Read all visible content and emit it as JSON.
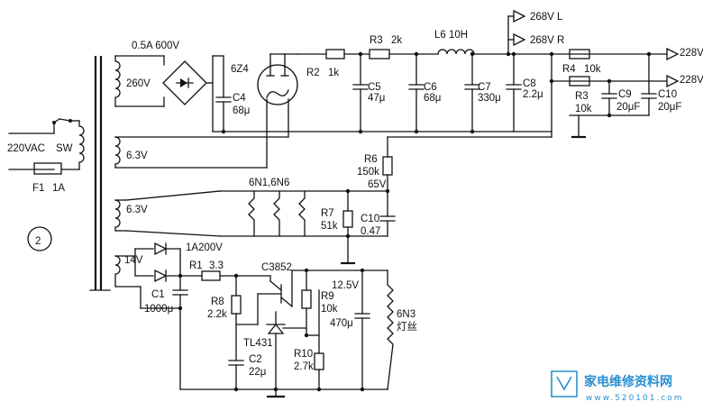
{
  "diagram_number": "2",
  "mains": {
    "voltage": "220VAC",
    "switch": "SW",
    "fuse": "F1",
    "fuse_rating": "1A"
  },
  "bridge": {
    "rating": "0.5A 600V"
  },
  "tube_rectifier": "6Z4",
  "transformer": {
    "hv": "260V",
    "fil_a": "6.3V",
    "fil_b": "6.3V",
    "low": "14V"
  },
  "caps": {
    "c4": [
      "C4",
      "68μ"
    ],
    "c5": [
      "C5",
      "47μ"
    ],
    "c6": [
      "C6",
      "68μ"
    ],
    "c7": [
      "C7",
      "330μ"
    ],
    "c8": [
      "C8",
      "2.2μ"
    ],
    "c9": [
      "C9",
      "20μF"
    ],
    "c10a": [
      "C10",
      "20μF"
    ],
    "c10b": [
      "C10",
      "0.47"
    ],
    "c1": [
      "C1",
      "1000μ"
    ],
    "c2": [
      "C2",
      "22μ"
    ],
    "c470": "470μ"
  },
  "res": {
    "r2": [
      "R2",
      "1k"
    ],
    "r3": [
      "R3",
      "2k"
    ],
    "r4": [
      "R4",
      "10k"
    ],
    "r3b": [
      "R3",
      "10k"
    ],
    "r6": [
      "R6",
      "150k"
    ],
    "r7": [
      "R7",
      "51k"
    ],
    "r1": [
      "R1",
      "3.3"
    ],
    "r8": [
      "R8",
      "2.2k"
    ],
    "r9": [
      "R9",
      "10k"
    ],
    "r10": [
      "R10",
      "2.7k"
    ]
  },
  "choke": "L6 10H",
  "outputs": {
    "b1": "268V L",
    "b2": "268V R",
    "o1": "228V",
    "o2": "228V"
  },
  "node_65v": "65V",
  "node_12v5": "12.5V",
  "heaters": "6N1,6N6",
  "low_diodes": "1A200V",
  "transistor": "C3852",
  "regulator": "TL431",
  "load": [
    "6N3",
    "灯丝"
  ],
  "watermark": {
    "text": "家电维修资料网",
    "url": "www.520101.com"
  }
}
